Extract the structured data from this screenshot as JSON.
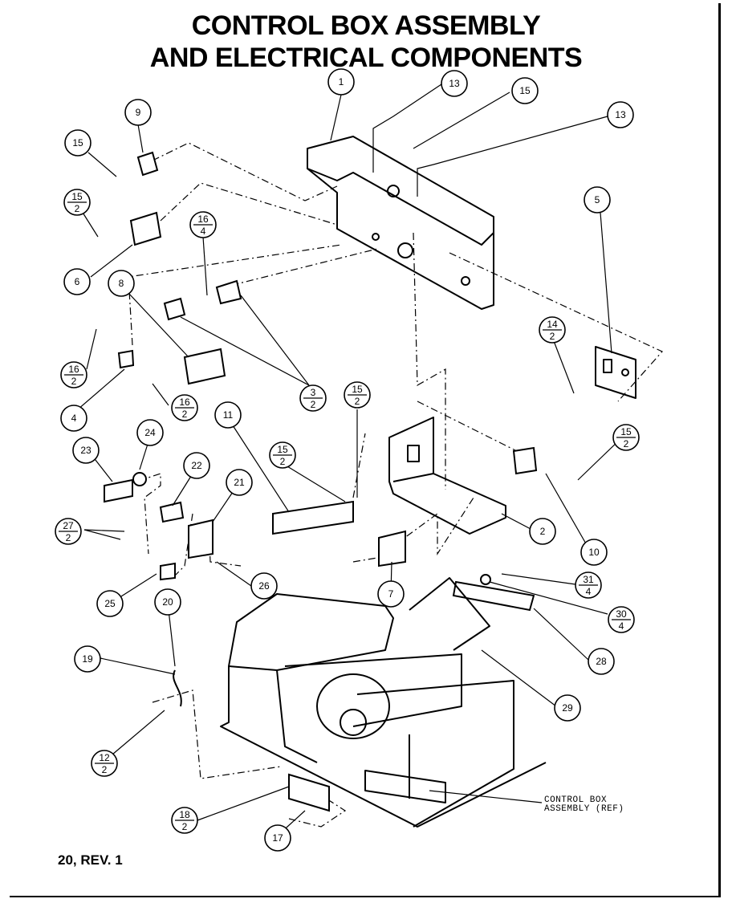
{
  "title": {
    "line1": "CONTROL BOX ASSEMBLY",
    "line2": "AND ELECTRICAL COMPONENTS"
  },
  "footer": "20, REV. 1",
  "reference_note": {
    "line1": "CONTROL BOX",
    "line2": "ASSEMBLY (REF)"
  },
  "callouts": [
    {
      "num": "1"
    },
    {
      "num": "13"
    },
    {
      "num": "15"
    },
    {
      "num": "13"
    },
    {
      "num": "9"
    },
    {
      "num": "15"
    },
    {
      "num": "15",
      "den": "2"
    },
    {
      "num": "16",
      "den": "4"
    },
    {
      "num": "5"
    },
    {
      "num": "6"
    },
    {
      "num": "8"
    },
    {
      "num": "14",
      "den": "2"
    },
    {
      "num": "16",
      "den": "2"
    },
    {
      "num": "3",
      "den": "2"
    },
    {
      "num": "15",
      "den": "2"
    },
    {
      "num": "16",
      "den": "2"
    },
    {
      "num": "4"
    },
    {
      "num": "15",
      "den": "2"
    },
    {
      "num": "11"
    },
    {
      "num": "23"
    },
    {
      "num": "24"
    },
    {
      "num": "22"
    },
    {
      "num": "21"
    },
    {
      "num": "15",
      "den": "2"
    },
    {
      "num": "27",
      "den": "2"
    },
    {
      "num": "2"
    },
    {
      "num": "10"
    },
    {
      "num": "26"
    },
    {
      "num": "25"
    },
    {
      "num": "20"
    },
    {
      "num": "7"
    },
    {
      "num": "31",
      "den": "4"
    },
    {
      "num": "30",
      "den": "4"
    },
    {
      "num": "28"
    },
    {
      "num": "19"
    },
    {
      "num": "29"
    },
    {
      "num": "12",
      "den": "2"
    },
    {
      "num": "18",
      "den": "2"
    },
    {
      "num": "17"
    }
  ]
}
